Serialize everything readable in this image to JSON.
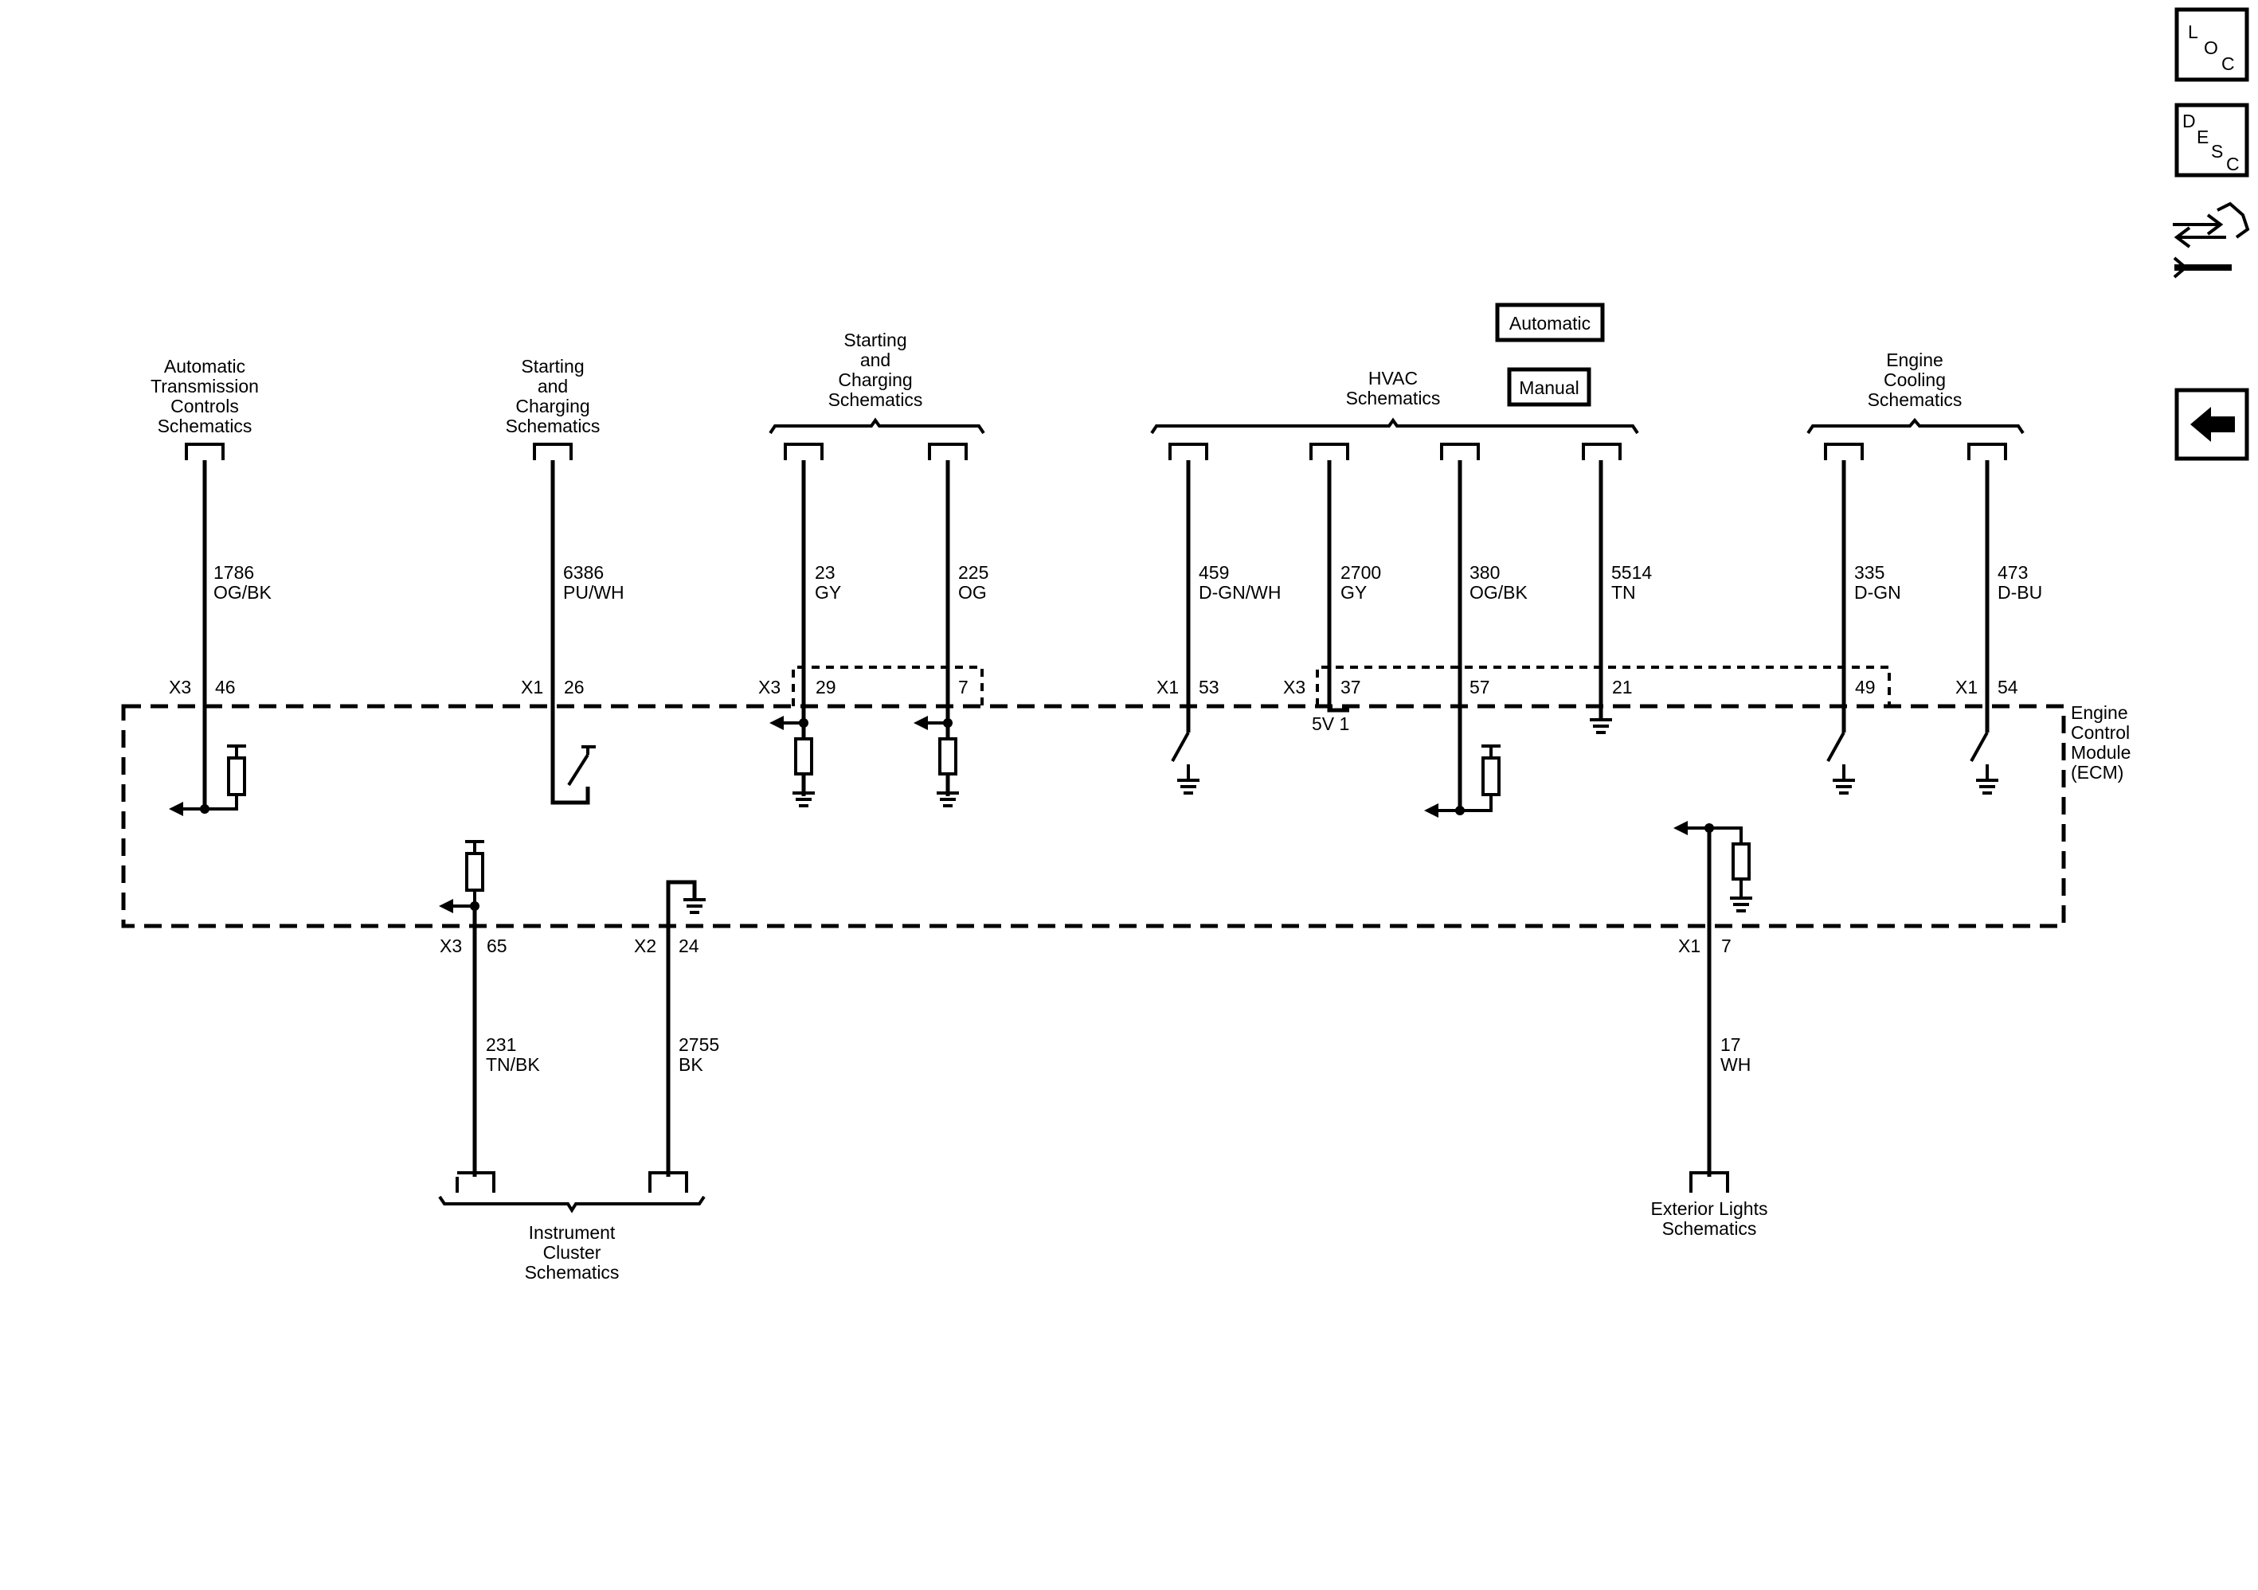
{
  "module": {
    "label_lines": [
      "Engine",
      "Control",
      "Module",
      "(ECM)"
    ]
  },
  "nav": {
    "loc": {
      "letters": [
        "L",
        "O",
        "C"
      ]
    },
    "desc": {
      "letters": [
        "D",
        "E",
        "S",
        "C"
      ]
    },
    "tool_icon": "connector-tool-icon",
    "back_icon": "back-arrow-icon"
  },
  "options": {
    "automatic": "Automatic",
    "manual": "Manual"
  },
  "top_groups": {
    "atc": [
      "Automatic",
      "Transmission",
      "Controls",
      "Schematics"
    ],
    "starting1": [
      "Starting",
      "and",
      "Charging",
      "Schematics"
    ],
    "starting2": [
      "Starting",
      "and",
      "Charging",
      "Schematics"
    ],
    "hvac": [
      "HVAC",
      "Schematics"
    ],
    "cooling": [
      "Engine",
      "Cooling",
      "Schematics"
    ]
  },
  "bottom_groups": {
    "cluster": [
      "Instrument",
      "Cluster",
      "Schematics"
    ],
    "lights": [
      "Exterior Lights",
      "Schematics"
    ]
  },
  "circuits": [
    {
      "id": "c1786",
      "circuit": "1786",
      "color": "OG/BK",
      "connector": "X3",
      "pin": "46"
    },
    {
      "id": "c6386",
      "circuit": "6386",
      "color": "PU/WH",
      "connector": "X1",
      "pin": "26"
    },
    {
      "id": "c23",
      "circuit": "23",
      "color": "GY",
      "connector": "X3",
      "pin": "29"
    },
    {
      "id": "c225",
      "circuit": "225",
      "color": "OG",
      "connector": "",
      "pin": "7"
    },
    {
      "id": "c459",
      "circuit": "459",
      "color": "D-GN/WH",
      "connector": "X1",
      "pin": "53"
    },
    {
      "id": "c2700",
      "circuit": "2700",
      "color": "GY",
      "connector": "X3",
      "pin": "37"
    },
    {
      "id": "c380",
      "circuit": "380",
      "color": "OG/BK",
      "connector": "",
      "pin": "57"
    },
    {
      "id": "c5514",
      "circuit": "5514",
      "color": "TN",
      "connector": "",
      "pin": "21"
    },
    {
      "id": "c335",
      "circuit": "335",
      "color": "D-GN",
      "connector": "",
      "pin": "49"
    },
    {
      "id": "c473",
      "circuit": "473",
      "color": "D-BU",
      "connector": "X1",
      "pin": "54"
    },
    {
      "id": "c231",
      "circuit": "231",
      "color": "TN/BK",
      "connector": "X3",
      "pin": "65"
    },
    {
      "id": "c2755",
      "circuit": "2755",
      "color": "BK",
      "connector": "X2",
      "pin": "24"
    },
    {
      "id": "c17",
      "circuit": "17",
      "color": "WH",
      "connector": "X1",
      "pin": "7"
    }
  ],
  "supply_label": "5V 1"
}
